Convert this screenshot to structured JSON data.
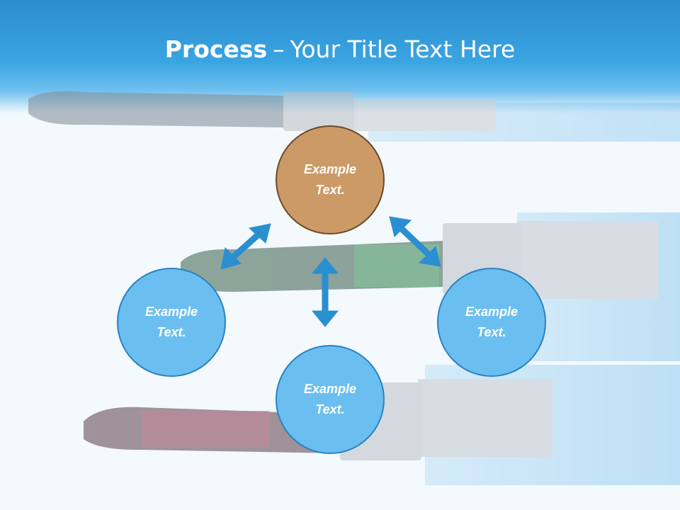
{
  "title": {
    "bold": "Process",
    "separator": "–",
    "rest": "Your Title Text Here"
  },
  "nodes": {
    "top": "Example Text.",
    "left": "Example Text.",
    "right": "Example Text.",
    "bottom": "Example Text."
  },
  "colors": {
    "header": "#3aa5e2",
    "top_node": "#cc9a66",
    "blue_node": "#6bbff0",
    "arrow": "#2a8fd0"
  }
}
